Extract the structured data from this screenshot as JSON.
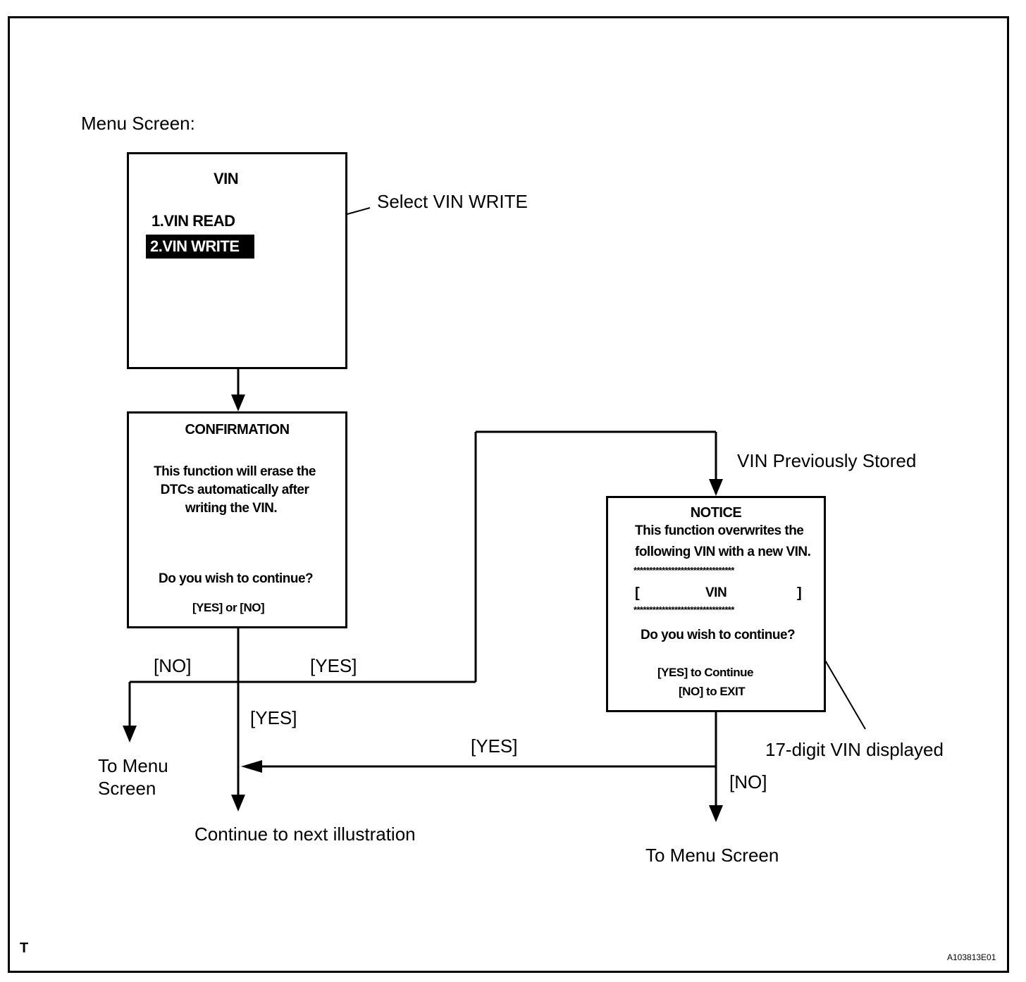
{
  "menu_screen_label": "Menu Screen:",
  "vin_box": {
    "title": "VIN",
    "item1": "1.VIN READ",
    "item2": "2.VIN WRITE"
  },
  "select_label": "Select VIN WRITE",
  "confirm_box": {
    "title": "CONFIRMATION",
    "line1": "This function will erase the",
    "line2": "DTCs automatically after",
    "line3": "writing the VIN.",
    "question": "Do you wish to continue?",
    "options": "[YES] or [NO]"
  },
  "notice_box": {
    "title": "NOTICE",
    "line1": "This function overwrites the",
    "line2": "following VIN with a new VIN.",
    "stars": "********************************",
    "bracket_open": "[",
    "vin": "VIN",
    "bracket_close": "]",
    "question": "Do you wish to continue?",
    "yes_option": "[YES] to Continue",
    "no_option": "[NO] to EXIT"
  },
  "labels": {
    "vin_previously_stored": "VIN Previously Stored",
    "no_left": "[NO]",
    "yes_mid": "[YES]",
    "yes_down": "[YES]",
    "yes_notice": "[YES]",
    "no_notice": "[NO]",
    "to_menu_left_1": "To Menu",
    "to_menu_left_2": "Screen",
    "continue_next": "Continue to next illustration",
    "to_menu_right": "To Menu Screen",
    "vin_displayed": "17-digit VIN displayed",
    "corner_t": "T",
    "figure_code": "A103813E01"
  }
}
